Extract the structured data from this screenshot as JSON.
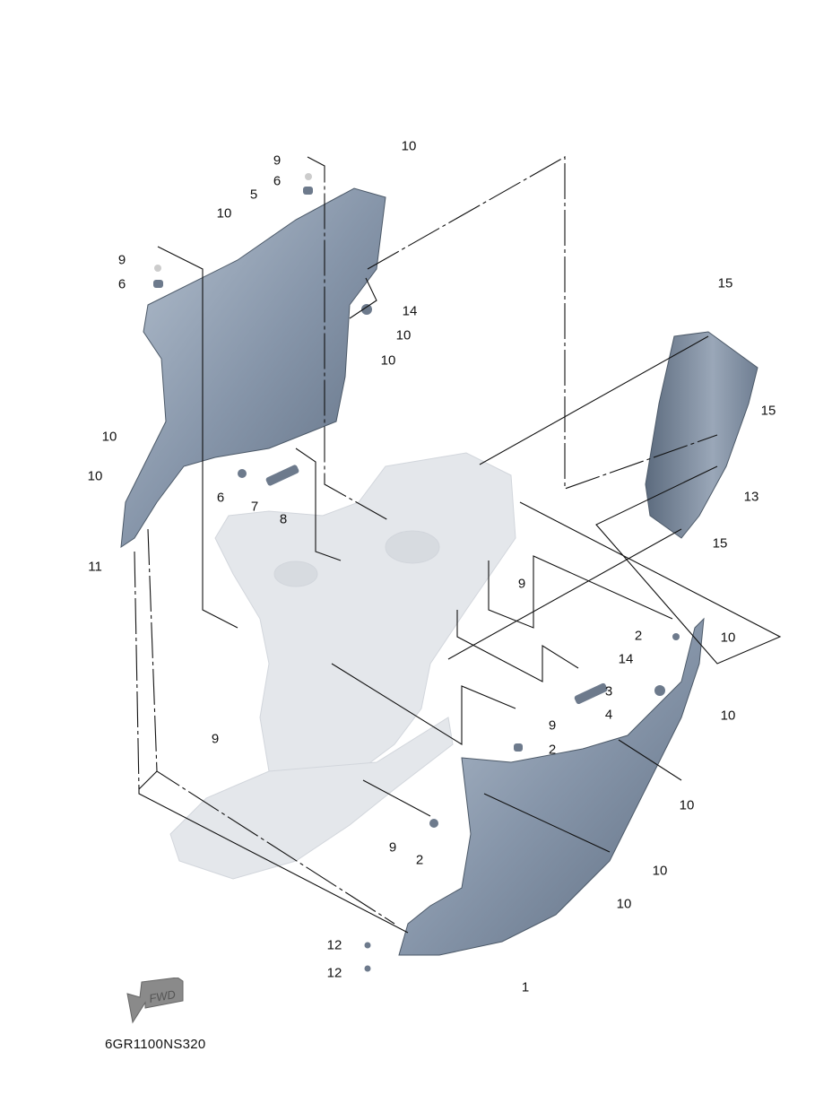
{
  "diagram": {
    "drawing_code": "6GR1100NS320",
    "fwd_label": "FWD",
    "colors": {
      "part": "#7d8ea3",
      "engine": "#e3e6ea",
      "line": "#111111"
    },
    "callouts": [
      "10",
      "9",
      "6",
      "5",
      "10",
      "9",
      "6",
      "14",
      "10",
      "10",
      "15",
      "15",
      "13",
      "15",
      "10",
      "10",
      "6",
      "7",
      "8",
      "11",
      "9",
      "2",
      "10",
      "14",
      "3",
      "4",
      "10",
      "9",
      "9",
      "2",
      "10",
      "9",
      "2",
      "10",
      "10",
      "12",
      "12",
      "1"
    ]
  }
}
